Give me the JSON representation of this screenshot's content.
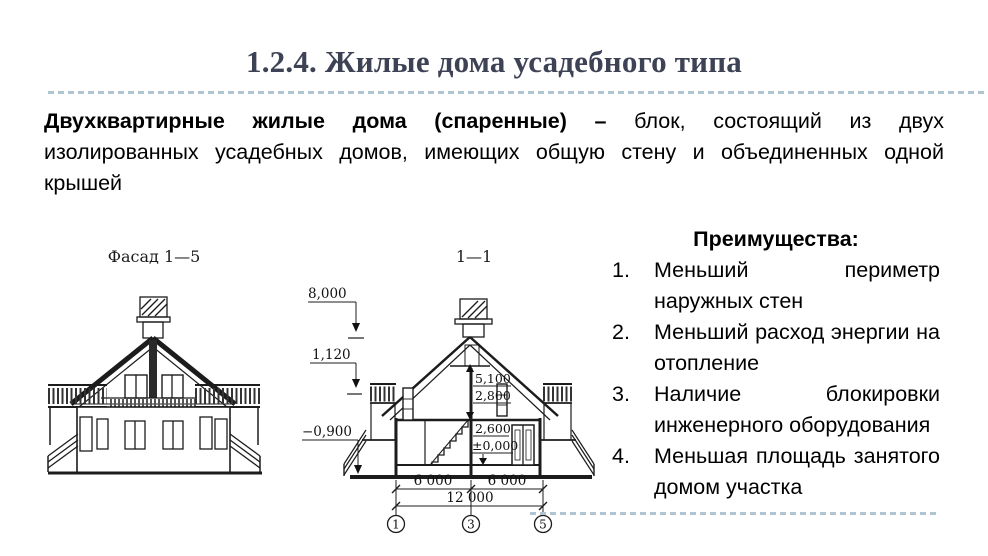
{
  "slide": {
    "title": "1.2.4. Жилые дома усадебного типа"
  },
  "paragraph": {
    "line1_bold": "Двухквартирные жилые дома (спаренные) –",
    "line1_rest": "блок, состоящий из двух",
    "line2": "изолированных усадебных домов, имеющих общую стену и объединенных одной",
    "line3": "крышей"
  },
  "figures": {
    "facade": {
      "caption": "Фасад 1—5"
    },
    "section": {
      "caption": "1—1",
      "dims_left": [
        "8,000",
        "1,120",
        "−0,900"
      ],
      "dims_inner": [
        "5,100",
        "2,800",
        "2,600",
        "±0,000"
      ],
      "dims_bottom": [
        "6 000",
        "6 000",
        "12 000"
      ],
      "axes": [
        "1",
        "3",
        "5"
      ]
    }
  },
  "advantages": {
    "heading": "Преимущества:",
    "items": [
      {
        "num": "1.",
        "text": "Меньший периметр наружных стен"
      },
      {
        "num": "2.",
        "text": "Меньший расход энергии на отопление"
      },
      {
        "num": "3.",
        "text": "Наличие блокировки инженерного оборудования"
      },
      {
        "num": "4.",
        "text": "Меньшая площадь занятого домом участка"
      }
    ]
  },
  "colors": {
    "title": "#3e4255",
    "body_text": "#000000",
    "divider": "#b1c4d1",
    "drawing": "#1c1c1c"
  }
}
